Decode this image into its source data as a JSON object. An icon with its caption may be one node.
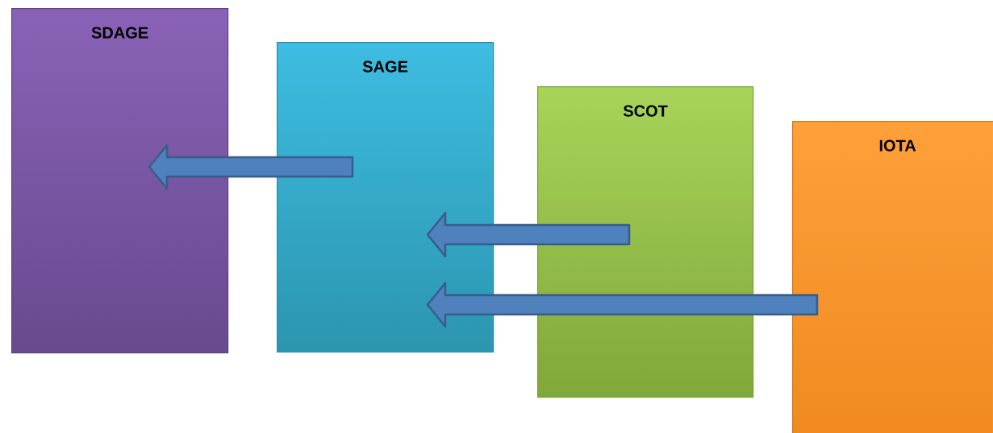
{
  "diagram": {
    "nodes": [
      {
        "text": [
          "SDAGE"
        ]
      },
      {
        "text": [
          "SAGE"
        ]
      },
      {
        "text": [
          "SCOT"
        ]
      },
      {
        "text": [
          "IOTA"
        ]
      }
    ],
    "edges": [
      {
        "from": 1,
        "to": 0,
        "arrow": "to"
      },
      {
        "from": 2,
        "to": 1,
        "arrow": "to"
      },
      {
        "from": 3,
        "to": 1,
        "arrow": "to"
      }
    ]
  }
}
